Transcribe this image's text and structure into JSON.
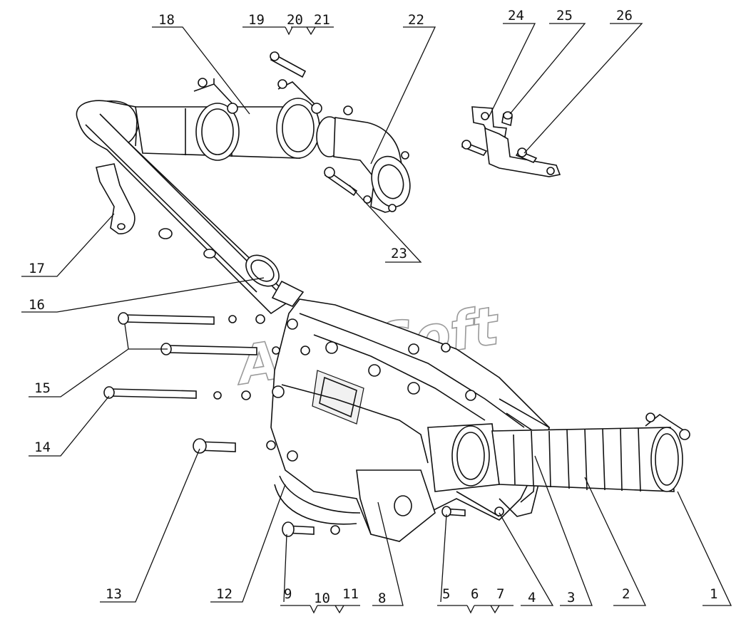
{
  "diagram": {
    "watermark": "AutoSoft",
    "callouts": {
      "c1": "1",
      "c2": "2",
      "c3": "3",
      "c4": "4",
      "c5": "5",
      "c6": "6",
      "c7": "7",
      "c8": "8",
      "c9": "9",
      "c10": "10",
      "c11": "11",
      "c12": "12",
      "c13": "13",
      "c14": "14",
      "c15": "15",
      "c16": "16",
      "c17": "17",
      "c18": "18",
      "c19": "19",
      "c20": "20",
      "c21": "21",
      "c22": "22",
      "c23": "23",
      "c24": "24",
      "c25": "25",
      "c26": "26"
    }
  }
}
